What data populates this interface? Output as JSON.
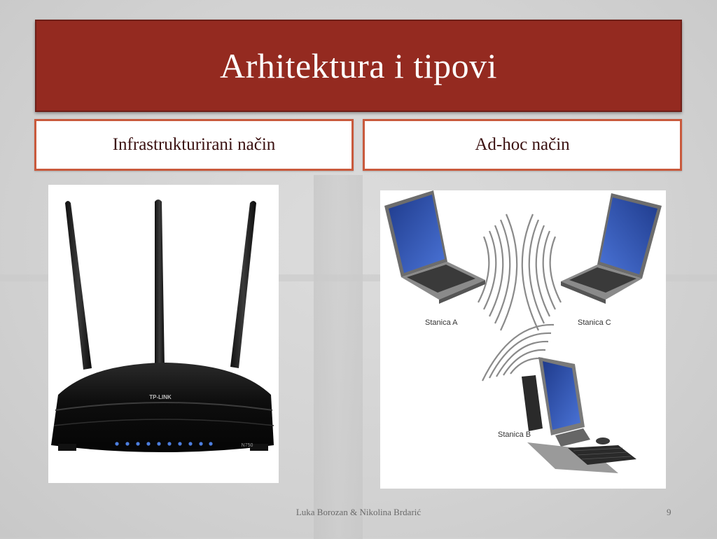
{
  "slide": {
    "title": "Arhitektura i tipovi",
    "left_heading": "Infrastrukturirani način",
    "right_heading": "Ad-hoc način",
    "footer": "Luka Borozan & Nikolina Brdarić",
    "page_number": "9"
  },
  "router_image": {
    "brand_label": "TP-LINK",
    "model_label": "N750"
  },
  "adhoc_image": {
    "station_a": "Stanica A",
    "station_b": "Stanica B",
    "station_c": "Stanica C"
  },
  "colors": {
    "title_bg": "#942a20",
    "heading_border": "#c95a3d",
    "heading_text": "#3a1010"
  }
}
